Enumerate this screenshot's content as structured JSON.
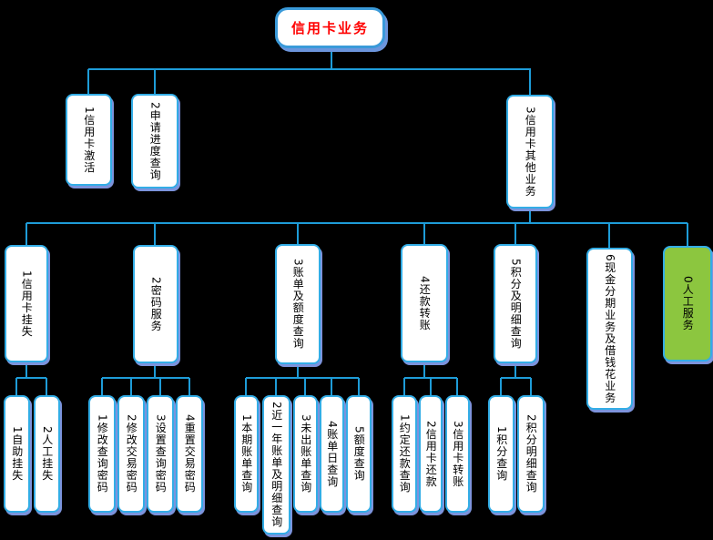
{
  "colors": {
    "background": "#000000",
    "connector_blue": "#1e9cd8",
    "node_border_blue": "#33ade6",
    "node_shadow_blue": "#7c93dc",
    "root_title_red": "#ff0000",
    "manual_service_green": "#8cc63f"
  },
  "diagram": {
    "root": {
      "label": "信用卡业务",
      "children": [
        {
          "label": "1信用卡激活"
        },
        {
          "label": "2申请进度查询"
        },
        {
          "label": "3信用卡其他业务",
          "children": [
            {
              "label": "1信用卡挂失",
              "children": [
                {
                  "label": "1自助挂失"
                },
                {
                  "label": "2人工挂失"
                }
              ]
            },
            {
              "label": "2密码服务",
              "children": [
                {
                  "label": "1修改查询密码"
                },
                {
                  "label": "2修改交易密码"
                },
                {
                  "label": "3设置查询密码"
                },
                {
                  "label": "4重置交易密码"
                }
              ]
            },
            {
              "label": "3账单及额度查询",
              "children": [
                {
                  "label": "1本期账单查询"
                },
                {
                  "label": "2近一年账单及明细查询"
                },
                {
                  "label": "3未出账单查询"
                },
                {
                  "label": "4账单日查询"
                },
                {
                  "label": "5额度查询"
                }
              ]
            },
            {
              "label": "4还款转账",
              "children": [
                {
                  "label": "1约定还款查询"
                },
                {
                  "label": "2信用卡还款"
                },
                {
                  "label": "3信用卡转账"
                }
              ]
            },
            {
              "label": "5积分及明细查询",
              "children": [
                {
                  "label": "1积分查询"
                },
                {
                  "label": "2积分明细查询"
                }
              ]
            },
            {
              "label": "6现金分期业务及借钱花业务"
            },
            {
              "label": "0人工服务"
            }
          ]
        }
      ]
    }
  }
}
